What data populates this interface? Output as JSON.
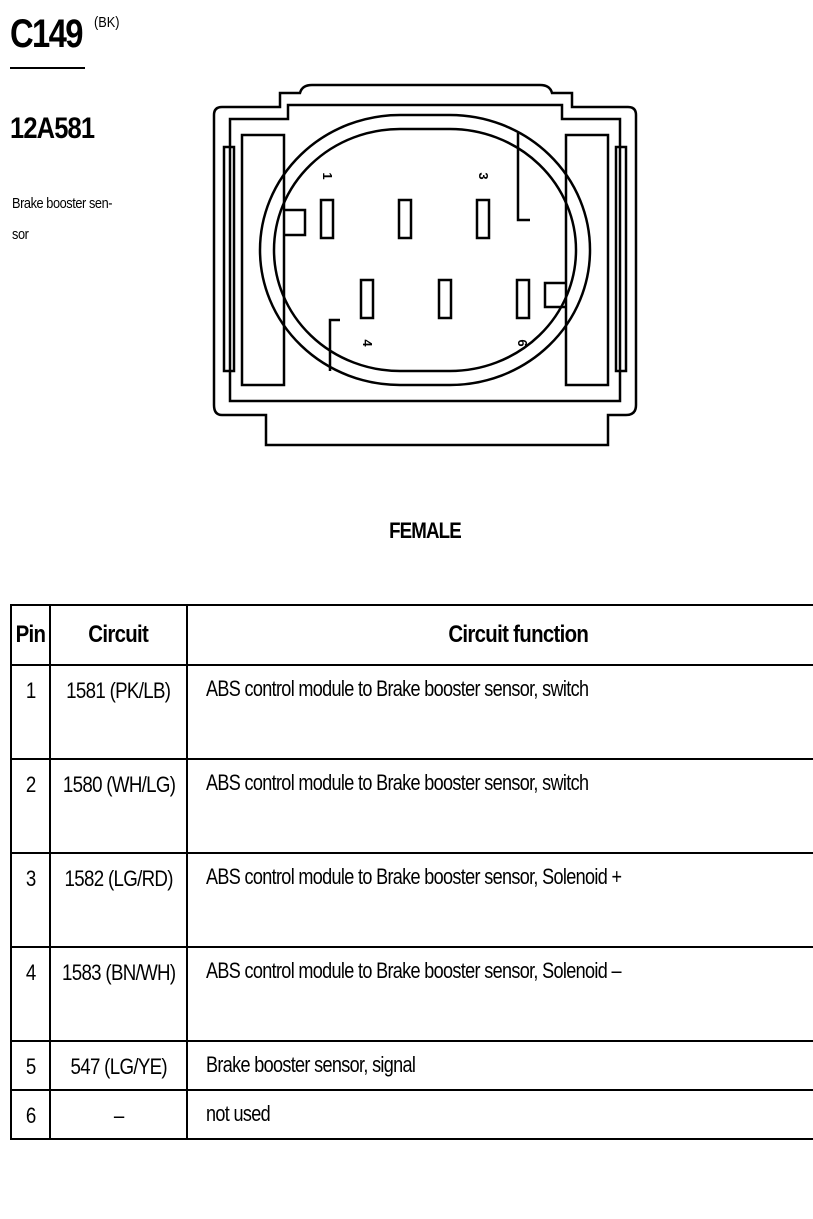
{
  "connector": {
    "id": "C149",
    "color_code": "(BK)",
    "part_number": "12A581",
    "description": "Brake booster sen-\nsor"
  },
  "diagram": {
    "gender": "FEMALE",
    "pin_labels": [
      "1",
      "3",
      "4",
      "6"
    ]
  },
  "table": {
    "headers": [
      "Pin",
      "Circuit",
      "Circuit function"
    ],
    "rows": [
      {
        "pin": "1",
        "circuit": "1581 (PK/LB)",
        "function": "ABS control module  to Brake booster sensor, switch"
      },
      {
        "pin": "2",
        "circuit": "1580 (WH/LG)",
        "function": "ABS control module  to Brake booster sensor, switch"
      },
      {
        "pin": "3",
        "circuit": "1582 (LG/RD)",
        "function": "ABS control module  to Brake booster sensor, Solenoid +"
      },
      {
        "pin": "4",
        "circuit": "1583 (BN/WH)",
        "function": "ABS control module  to Brake booster sensor, Solenoid –"
      },
      {
        "pin": "5",
        "circuit": "547 (LG/YE)",
        "function": "Brake booster sensor, signal"
      },
      {
        "pin": "6",
        "circuit": "–",
        "function": "not used"
      }
    ]
  }
}
